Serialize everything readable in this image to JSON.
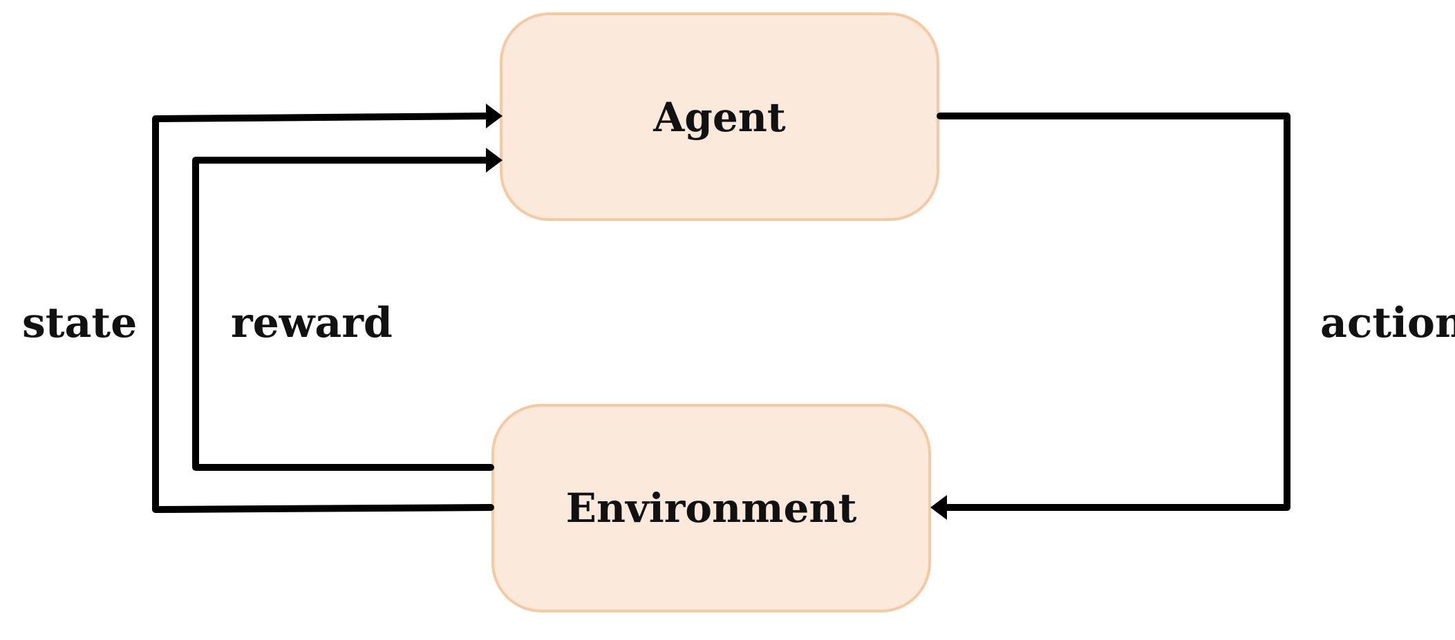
{
  "nodes": {
    "agent": {
      "label": "Agent"
    },
    "environment": {
      "label": "Environment"
    }
  },
  "edges": {
    "state": {
      "label": "state",
      "from": "environment",
      "to": "agent"
    },
    "reward": {
      "label": "reward",
      "from": "environment",
      "to": "agent"
    },
    "action": {
      "label": "action",
      "from": "agent",
      "to": "environment"
    }
  },
  "colors": {
    "node_fill": "#fbe9dc",
    "node_border": "#f6c9a1",
    "line": "#000000",
    "text": "#111111"
  }
}
